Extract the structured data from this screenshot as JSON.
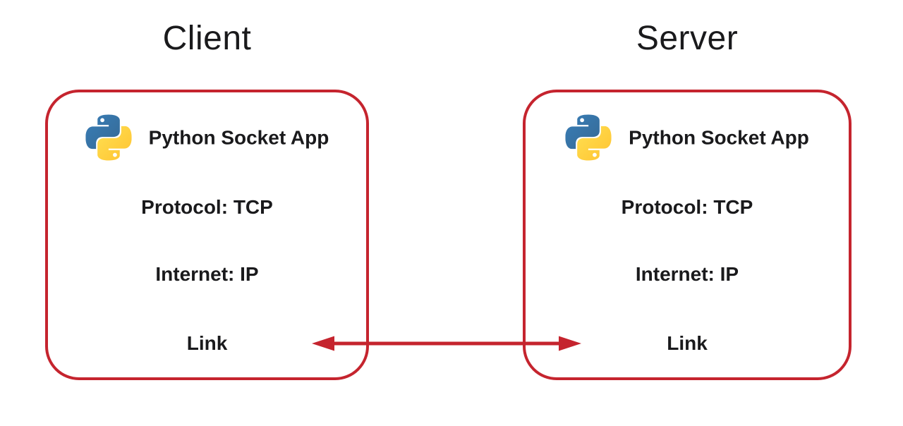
{
  "theme": {
    "accent_red": "#c5242e",
    "text_color": "#1a1a1c",
    "background": "#ffffff",
    "python_blue_top": "#387EB8",
    "python_blue_bottom": "#366994",
    "python_yellow_top": "#FFE052",
    "python_yellow_bottom": "#FFC331"
  },
  "nodes": [
    {
      "title": "Client",
      "app_label": "Python Socket App",
      "icon": "python-logo-icon",
      "layers": [
        "Protocol: TCP",
        "Internet: IP",
        "Link"
      ]
    },
    {
      "title": "Server",
      "app_label": "Python Socket App",
      "icon": "python-logo-icon",
      "layers": [
        "Protocol: TCP",
        "Internet: IP",
        "Link"
      ]
    }
  ],
  "arrow": {
    "name": "bidirectional-link-arrow",
    "direction": "bidirectional",
    "connects": [
      "Link",
      "Link"
    ]
  }
}
